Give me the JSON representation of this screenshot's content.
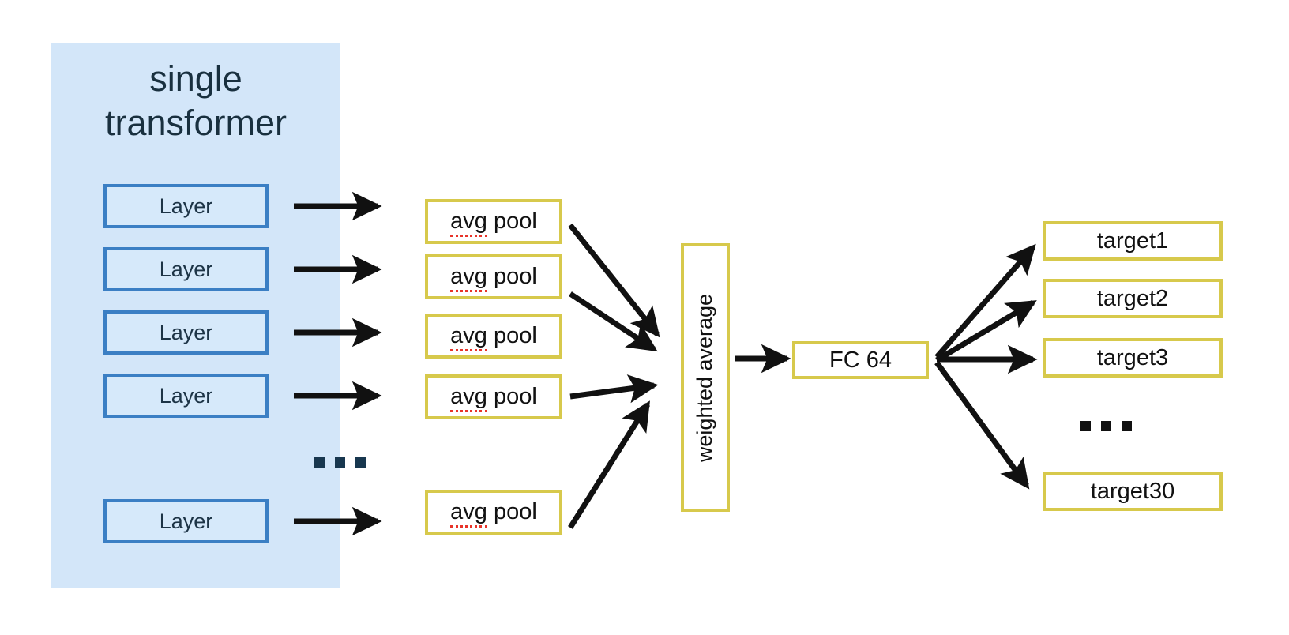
{
  "figure": {
    "title": "single transformer model diagram",
    "background": "#ffffff"
  },
  "colors": {
    "panel_fill": "#d3e6f9",
    "layer_border": "#3b7fc4",
    "layer_fill": "#d6e9fa",
    "yellow_border": "#d7c94c",
    "box_fill": "#ffffff",
    "arrow": "#111111",
    "title_text": "#19303f",
    "spellcheck_underline": "#e8342a"
  },
  "transformer": {
    "title": "single\ntransformer",
    "layers": [
      {
        "label": "Layer"
      },
      {
        "label": "Layer"
      },
      {
        "label": "Layer"
      },
      {
        "label": "Layer"
      },
      {
        "label": "Layer"
      }
    ],
    "ellipsis": "•••"
  },
  "pooling": {
    "boxes": [
      {
        "prefix": "avg",
        "suffix": " pool"
      },
      {
        "prefix": "avg",
        "suffix": " pool"
      },
      {
        "prefix": "avg",
        "suffix": " pool"
      },
      {
        "prefix": "avg",
        "suffix": " pool"
      },
      {
        "prefix": "avg",
        "suffix": " pool"
      }
    ]
  },
  "aggregation": {
    "label": "weighted  average"
  },
  "head": {
    "label": "FC 64"
  },
  "outputs": {
    "targets": [
      {
        "label": "target1"
      },
      {
        "label": "target2"
      },
      {
        "label": "target3"
      },
      {
        "label": "target30"
      }
    ],
    "ellipsis": "•••"
  }
}
